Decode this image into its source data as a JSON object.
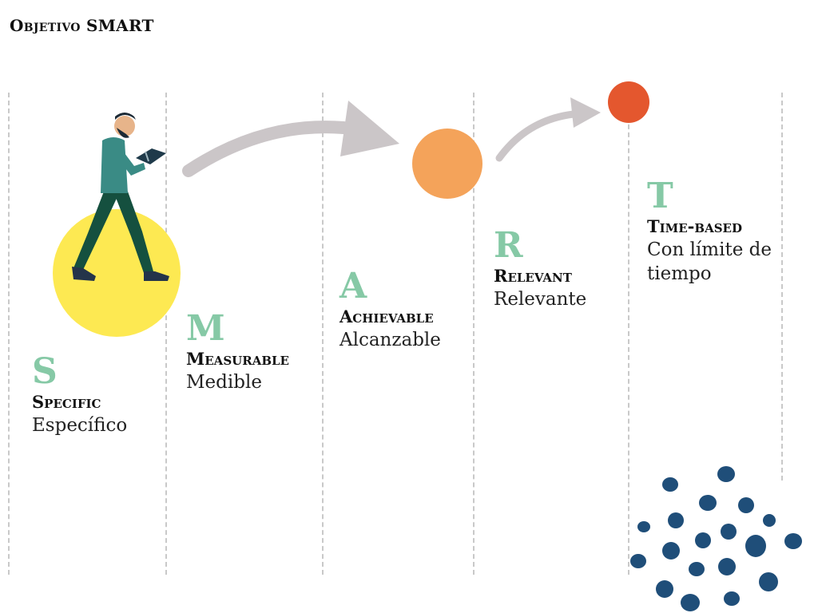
{
  "title": "Objetivo SMART",
  "steps": [
    {
      "letter": "S",
      "term": "Specific",
      "translation": "Específico"
    },
    {
      "letter": "M",
      "term": "Measurable",
      "translation": "Medible"
    },
    {
      "letter": "A",
      "term": "Achievable",
      "translation": "Alcanzable"
    },
    {
      "letter": "R",
      "term": "Relevant",
      "translation": "Relevante"
    },
    {
      "letter": "T",
      "term": "Time-based",
      "translation": "Con límite de tiempo"
    }
  ],
  "colors": {
    "letter": "#86c9a6",
    "yellow_circle": "#fde952",
    "orange_circle": "#f4a35a",
    "red_circle": "#e4572e",
    "arrow": "#cbc6c8",
    "dots": "#1f4e79"
  },
  "icons": [
    "walking-reader-illustration",
    "curved-arrow-icon",
    "dot-pattern"
  ]
}
